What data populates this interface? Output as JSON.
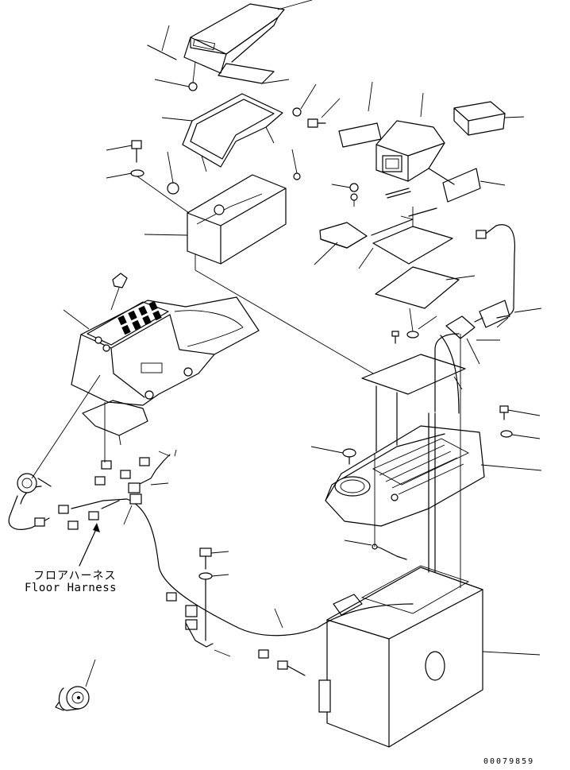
{
  "diagram": {
    "callout": {
      "label_jp": "フロアハーネス",
      "label_en": "Floor Harness"
    },
    "drawing_number": "00079859"
  }
}
